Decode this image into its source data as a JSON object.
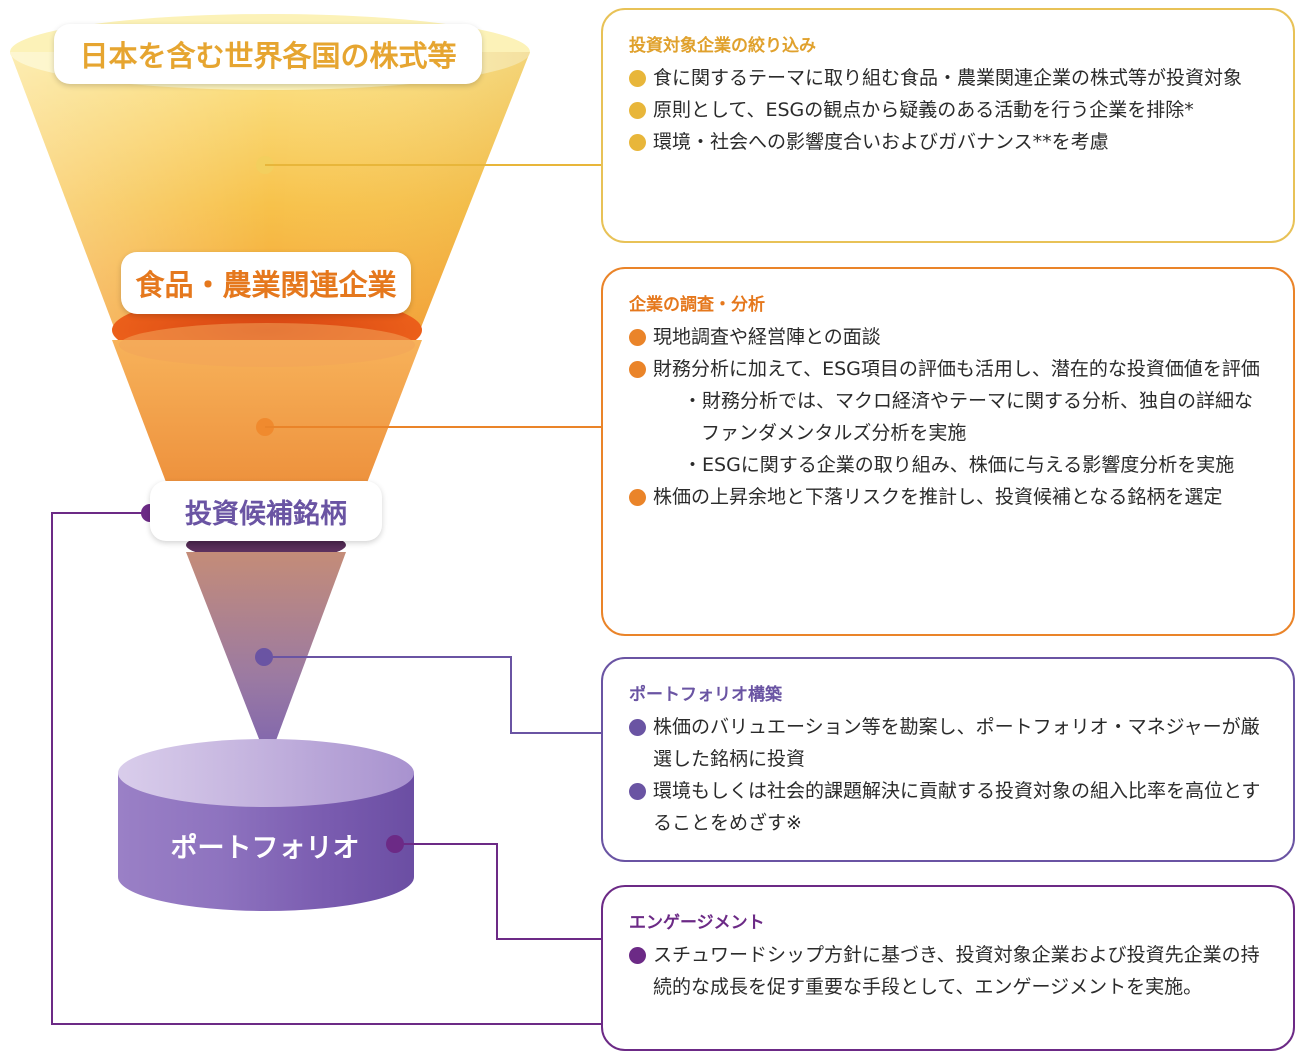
{
  "colors": {
    "yellow": "#e8b63a",
    "orange": "#ea8429",
    "purple": "#6a54a3",
    "purple_dark": "#6c2a86",
    "orange_text": "#e5781d",
    "gold_text": "#e6a530"
  },
  "funnel": {
    "stage1": "日本を含む世界各国の株式等",
    "stage2": "食品・農業関連企業",
    "stage3": "投資候補銘柄",
    "stage4": "ポートフォリオ"
  },
  "panels": {
    "p1": {
      "title": "投資対象企業の絞り込み",
      "items": [
        "食に関するテーマに取り組む食品・農業関連企業の株式等が投資対象",
        "原則として、ESGの観点から疑義のある活動を行う企業を排除*",
        "環境・社会への影響度合いおよびガバナンス**を考慮"
      ]
    },
    "p2": {
      "title": "企業の調査・分析",
      "items": [
        "現地調査や経営陣との面談",
        "財務分析に加えて、ESG項目の評価も活用し、潜在的な投資価値を評価",
        "株価の上昇余地と下落リスクを推計し、投資候補となる銘柄を選定"
      ],
      "subitems": [
        "財務分析では、マクロ経済やテーマに関する分析、独自の詳細なファンダメンタルズ分析を実施",
        "ESGに関する企業の取り組み、株価に与える影響度分析を実施"
      ]
    },
    "p3": {
      "title": "ポートフォリオ構築",
      "items": [
        "株価のバリュエーション等を勘案し、ポートフォリオ・マネジャーが厳選した銘柄に投資",
        "環境もしくは社会的課題解決に貢献する投資対象の組入比率を高位とすることをめざす※"
      ]
    },
    "p4": {
      "title": "エンゲージメント",
      "items": [
        "スチュワードシップ方針に基づき、投資対象企業および投資先企業の持続的な成長を促す重要な手段として、エンゲージメントを実施。"
      ]
    }
  }
}
